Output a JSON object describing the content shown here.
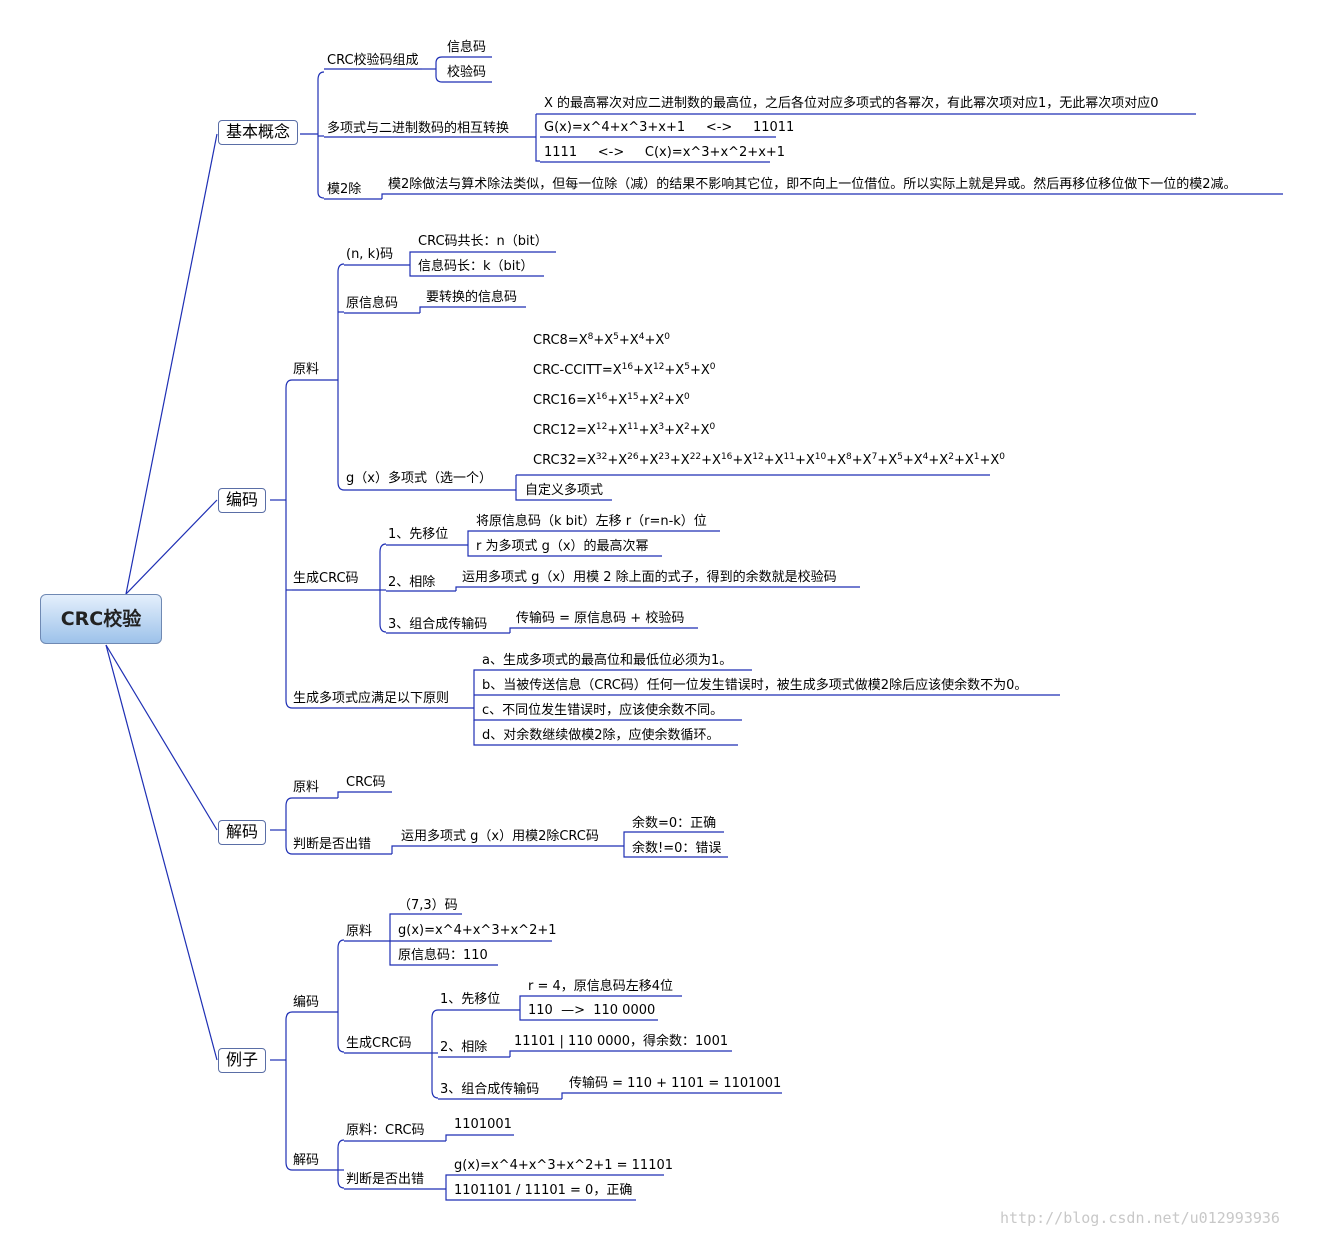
{
  "root": "CRC校验",
  "basic": {
    "title": "基本概念",
    "composition": "CRC校验码组成",
    "info_code": "信息码",
    "check_code": "校验码",
    "poly_convert": "多项式与二进制数码的相互转换",
    "poly_desc": "X 的最高幂次对应二进制数的最高位，之后各位对应多项式的各幂次，有此幂次项对应1，无此幂次项对应0",
    "poly_ex1": "G(x)=x^4+x^3+x+1     <->     11011",
    "poly_ex2": "1111     <->     C(x)=x^3+x^2+x+1",
    "mod2": "模2除",
    "mod2_desc": "模2除做法与算术除法类似，但每一位除（减）的结果不影响其它位，即不向上一位借位。所以实际上就是异或。然后再移位移位做下一位的模2减。"
  },
  "encode": {
    "title": "编码",
    "raw": "原料",
    "nk": "(n, k)码",
    "nk_total": "CRC码共长：n（bit）",
    "nk_info": "信息码长：k（bit）",
    "orig": "原信息码",
    "orig_desc": "要转换的信息码",
    "gx": "g（x）多项式（选一个）",
    "gx_custom": "自定义多项式",
    "std_prefix": {
      "crc8": "CRC8=",
      "ccitt": "CRC-CCITT=",
      "crc16": "CRC16=",
      "crc12": "CRC12=",
      "crc32": "CRC32="
    },
    "std_terms": {
      "crc8": [
        "8",
        "5",
        "4",
        "0"
      ],
      "ccitt": [
        "16",
        "12",
        "5",
        "0"
      ],
      "crc16": [
        "16",
        "15",
        "2",
        "0"
      ],
      "crc12": [
        "12",
        "11",
        "3",
        "2",
        "0"
      ],
      "crc32": [
        "32",
        "26",
        "23",
        "22",
        "16",
        "12",
        "11",
        "10",
        "8",
        "7",
        "5",
        "4",
        "2",
        "1",
        "0"
      ]
    },
    "gen": "生成CRC码",
    "step1": "1、先移位",
    "step1_a": "将原信息码（k bit）左移 r（r=n-k）位",
    "step1_b": "r 为多项式 g（x）的最高次幂",
    "step2": "2、相除",
    "step2_a": "运用多项式 g（x）用模 2 除上面的式子，得到的余数就是校验码",
    "step3": "3、组合成传输码",
    "step3_a": "传输码 = 原信息码 + 校验码",
    "rules": "生成多项式应满足以下原则",
    "rule_a": "a、生成多项式的最高位和最低位必须为1。",
    "rule_b": "b、当被传送信息（CRC码）任何一位发生错误时，被生成多项式做模2除后应该使余数不为0。",
    "rule_c": "c、不同位发生错误时，应该使余数不同。",
    "rule_d": "d、对余数继续做模2除，应使余数循环。"
  },
  "decode": {
    "title": "解码",
    "raw": "原料",
    "raw_val": "CRC码",
    "judge": "判断是否出错",
    "judge_desc": "运用多项式 g（x）用模2除CRC码",
    "ok": "余数=0：正确",
    "err": "余数!=0：错误"
  },
  "example": {
    "title": "例子",
    "enc": "编码",
    "enc_raw": "原料",
    "code73": "（7,3）码",
    "gx": "g(x)=x^4+x^3+x^2+1",
    "orig": "原信息码：110",
    "gen": "生成CRC码",
    "s1": "1、先移位",
    "s1_a": "r = 4，原信息码左移4位",
    "s1_b": "110  —>  110 0000",
    "s2": "2、相除",
    "s2_a": "11101 | 110 0000，得余数：1001",
    "s3": "3、组合成传输码",
    "s3_a": "传输码 = 110 + 1101 = 1101001",
    "dec": "解码",
    "dec_raw": "原料：CRC码",
    "dec_raw_val": "1101001",
    "dec_judge": "判断是否出错",
    "dec_j1": "g(x)=x^4+x^3+x^2+1 = 11101",
    "dec_j2": "1101101 / 11101 = 0，正确"
  },
  "watermark": "http://blog.csdn.net/u012993936"
}
